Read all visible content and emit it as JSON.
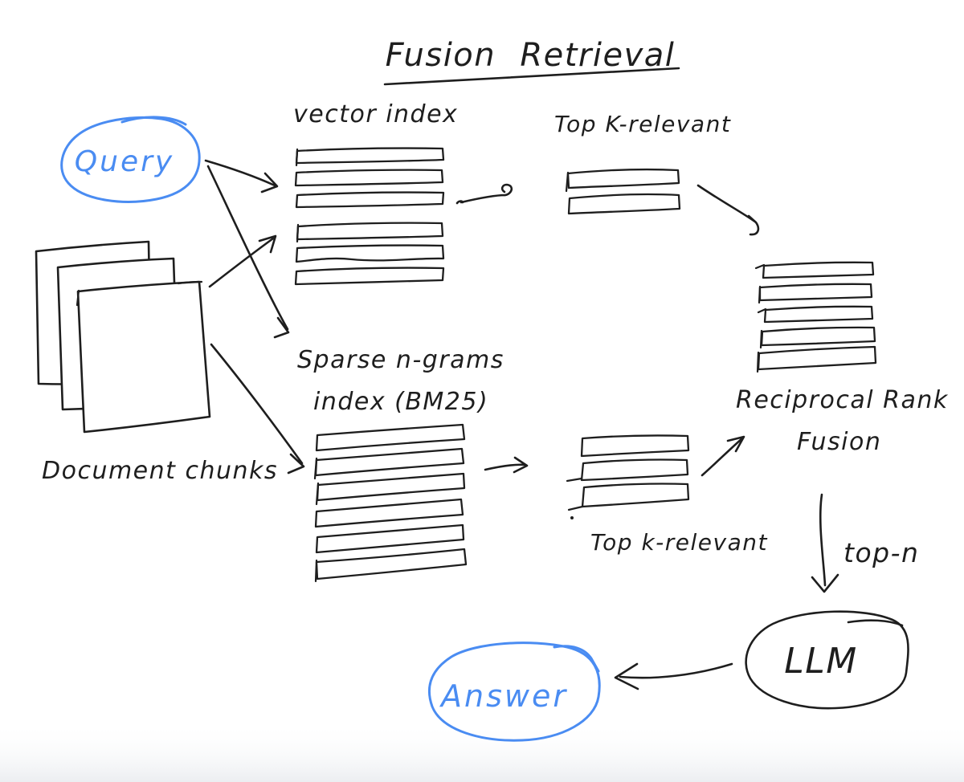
{
  "title": "Fusion Retrieval",
  "colors": {
    "ink": "#1e1e1e",
    "accent_blue": "#4a8cf2",
    "background": "#ffffff"
  },
  "nodes": {
    "query": {
      "label": "Query"
    },
    "document_chunks": {
      "label": "Document chunks",
      "pages": 3
    },
    "vector_index": {
      "label": "vector index",
      "bars": 6
    },
    "top_k_vector": {
      "label": "Top K-relevant",
      "bars": 2
    },
    "sparse_index": {
      "label_line1": "Sparse n-grams",
      "label_line2": "index (BM25)",
      "bars": 6
    },
    "top_k_sparse": {
      "label": "Top k-relevant",
      "bars": 3
    },
    "reciprocal_rank_fusion": {
      "label_line1": "Reciprocal Rank",
      "label_line2": "Fusion",
      "bars": 5
    },
    "llm": {
      "label": "LLM"
    },
    "answer": {
      "label": "Answer"
    }
  },
  "edges": {
    "rrf_to_llm": {
      "label": "top-n"
    }
  }
}
